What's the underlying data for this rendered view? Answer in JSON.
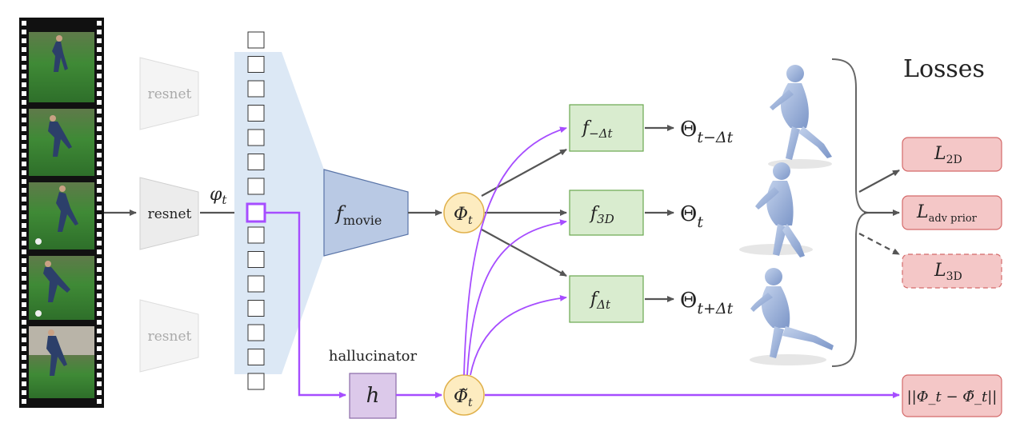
{
  "encoders": [
    {
      "label": "resnet",
      "state": "inactive"
    },
    {
      "label": "resnet",
      "state": "active"
    },
    {
      "label": "resnet",
      "state": "inactive"
    }
  ],
  "feature_label": "φ",
  "feature_sub": "t",
  "temporal_encoder": {
    "label": "f",
    "sub": "movie"
  },
  "phi_node": {
    "label": "Φ",
    "sub": "t"
  },
  "phi_tilde_node": {
    "label": "Φ̃",
    "sub": "t"
  },
  "hallucinator": {
    "caption": "hallucinator",
    "label": "h"
  },
  "predictors": [
    {
      "label": "f",
      "sub": "−Δt",
      "output": "Θ",
      "output_sub": "t−Δt"
    },
    {
      "label": "f",
      "sub": "3D",
      "output": "Θ",
      "output_sub": "t"
    },
    {
      "label": "f",
      "sub": "Δt",
      "output": "Θ",
      "output_sub": "t+Δt"
    }
  ],
  "losses_title": "Losses",
  "losses": [
    {
      "label": "L",
      "sub": "2D",
      "style": "solid"
    },
    {
      "label": "L",
      "sub": "adv prior",
      "style": "solid"
    },
    {
      "label": "L",
      "sub": "3D",
      "style": "dashed"
    }
  ],
  "consistency_loss": "||Φ_t − Φ̃_t||",
  "colors": {
    "purple": "#a64dff",
    "green_fill": "#d9eccf",
    "green_stroke": "#6aa84f",
    "red_fill": "#f4c7c7",
    "red_stroke": "#d46a6a",
    "yellow_fill": "#fdecc0",
    "yellow_stroke": "#e0b04a",
    "blue_fill": "#b9c9e4",
    "blue_stroke": "#5a75a8",
    "feature_bg": "#dce8f5",
    "lilac_fill": "#dcc9ea",
    "lilac_stroke": "#8a6aa8"
  }
}
